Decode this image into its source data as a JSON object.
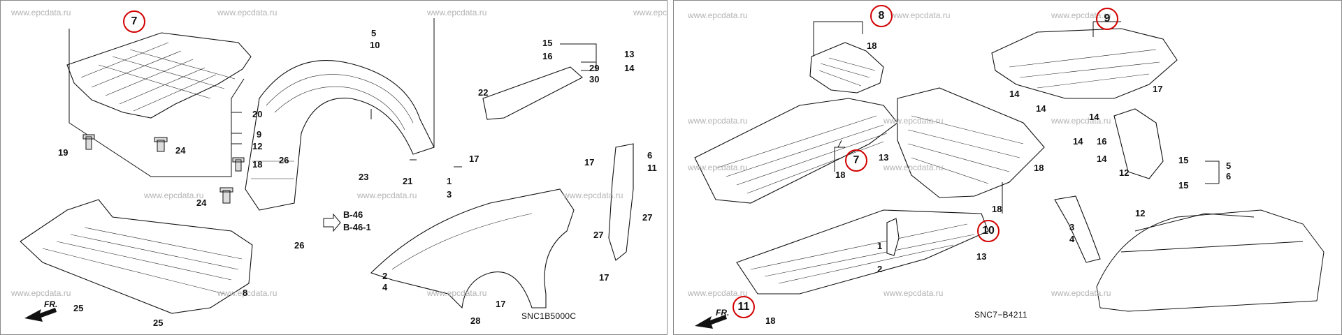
{
  "watermark": "www.epcdata.ru",
  "left_diagram": {
    "code": "SNC1B5000C",
    "front_arrow": "FR.",
    "circled": "7",
    "refs": [
      "B-46",
      "B-46-1"
    ],
    "labels": {
      "l20": "20",
      "l9": "9",
      "l12": "12",
      "l18": "18",
      "l19": "19",
      "l24a": "24",
      "l24b": "24",
      "l26a": "26",
      "l26b": "26",
      "l5": "5",
      "l10": "10",
      "l23": "23",
      "l21": "21",
      "l15": "15",
      "l16": "16",
      "l13": "13",
      "l14": "14",
      "l29": "29",
      "l30": "30",
      "l22": "22",
      "l17a": "17",
      "l17b": "17",
      "l17c": "17",
      "l17d": "17",
      "l1": "1",
      "l3": "3",
      "l6": "6",
      "l11": "11",
      "l27a": "27",
      "l27b": "27",
      "l8": "8",
      "l25a": "25",
      "l25b": "25",
      "l2": "2",
      "l4": "4",
      "l28": "28"
    }
  },
  "right_diagram": {
    "code": "SNC7−B4211",
    "front_arrow": "FR.",
    "circled": [
      "8",
      "9",
      "7",
      "10",
      "11"
    ],
    "labels": {
      "r18a": "18",
      "r17": "17",
      "r14a": "14",
      "r14b": "14",
      "r14c": "14",
      "r14d": "14",
      "r14e": "14",
      "r16": "16",
      "r13a": "13",
      "r13b": "13",
      "r18b": "18",
      "r18c": "18",
      "r18d": "18",
      "r18e": "18",
      "r15a": "15",
      "r15b": "15",
      "r5": "5",
      "r6": "6",
      "r12a": "12",
      "r12b": "12",
      "r3": "3",
      "r4": "4",
      "r1": "1",
      "r2": "2"
    }
  }
}
